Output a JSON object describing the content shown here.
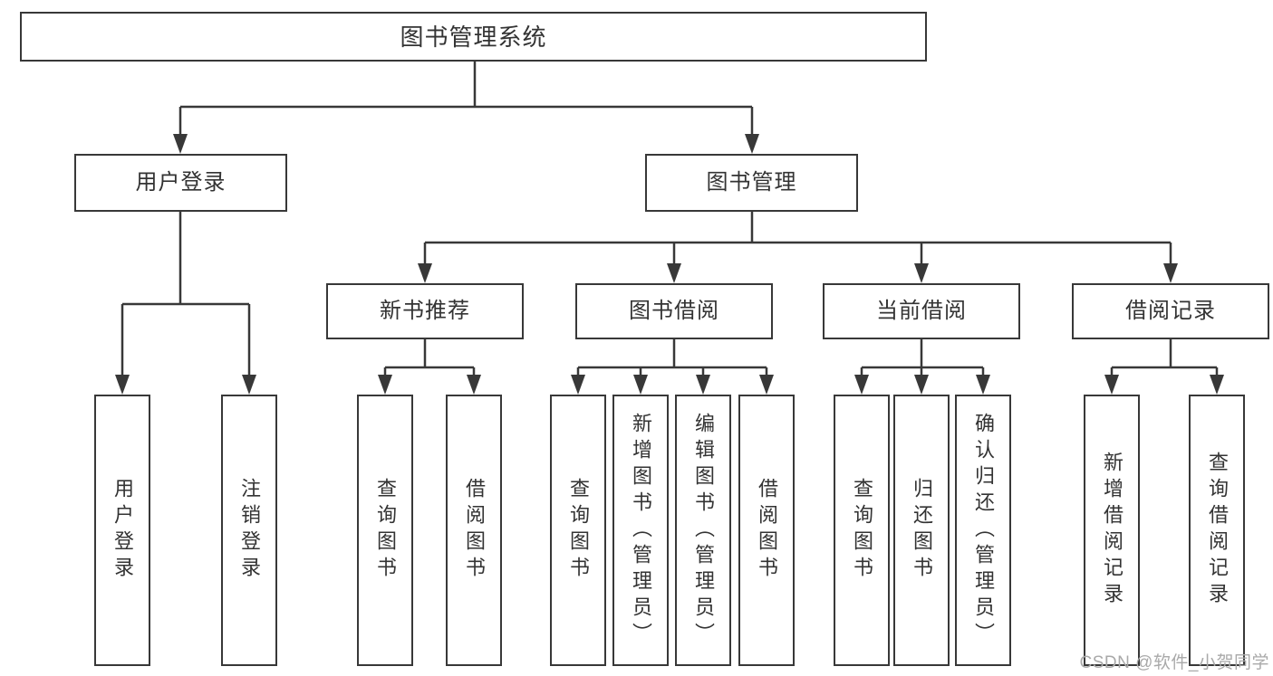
{
  "colors": {
    "background": "#ffffff",
    "line": "#383838",
    "text": "#333333",
    "watermark": "#a9a9a9"
  },
  "watermark": "CSDN @软件_小贺同学",
  "tree": {
    "root": "图书管理系统",
    "children": [
      {
        "label": "用户登录",
        "children": [
          "用户登录",
          "注销登录"
        ]
      },
      {
        "label": "图书管理",
        "children": [
          {
            "label": "新书推荐",
            "children": [
              "查询图书",
              "借阅图书"
            ]
          },
          {
            "label": "图书借阅",
            "children": [
              "查询图书",
              "新增图书（管理员）",
              "编辑图书（管理员）",
              "借阅图书"
            ]
          },
          {
            "label": "当前借阅",
            "children": [
              "查询图书",
              "归还图书",
              "确认归还（管理员）"
            ]
          },
          {
            "label": "借阅记录",
            "children": [
              "新增借阅记录",
              "查询借阅记录"
            ]
          }
        ]
      }
    ]
  }
}
